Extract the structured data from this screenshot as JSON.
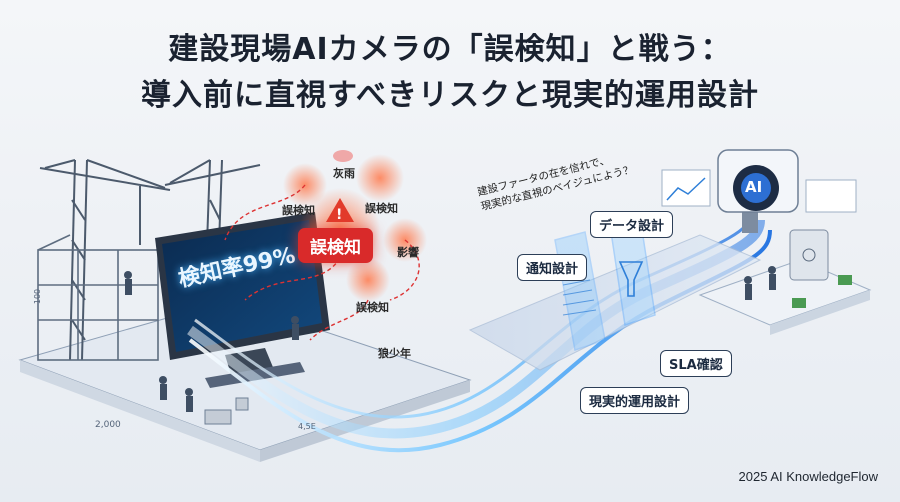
{
  "title": {
    "line1": "建設現場AIカメラの「誤検知」と戦う：",
    "line2": "導入前に直視すべきリスクと現実的運用設計"
  },
  "monitor": {
    "text": "検知率99%"
  },
  "risk_labels": {
    "center": "誤検知",
    "dust_rain": "灰雨",
    "left": "誤検知",
    "right": "誤検知",
    "shadow": "影響",
    "bottom": "誤検知",
    "wolf": "狼少年"
  },
  "flow_labels": {
    "notify": "通知設計",
    "data": "データ設計",
    "sla": "SLA確認",
    "realistic": "現実的運用設計"
  },
  "note": {
    "line1": "建設ファータの在を信れで、",
    "line2": "現実的な直視のべイジュによう？"
  },
  "camera": {
    "badge": "AI"
  },
  "measurements": {
    "height": "100",
    "width": "2,000",
    "depth": "4,5E"
  },
  "footer": "2025 AI KnowledgeFlow",
  "colors": {
    "accent_red": "#d92a2a",
    "flow_blue": "#3aa0ff",
    "ink": "#1a2230"
  }
}
